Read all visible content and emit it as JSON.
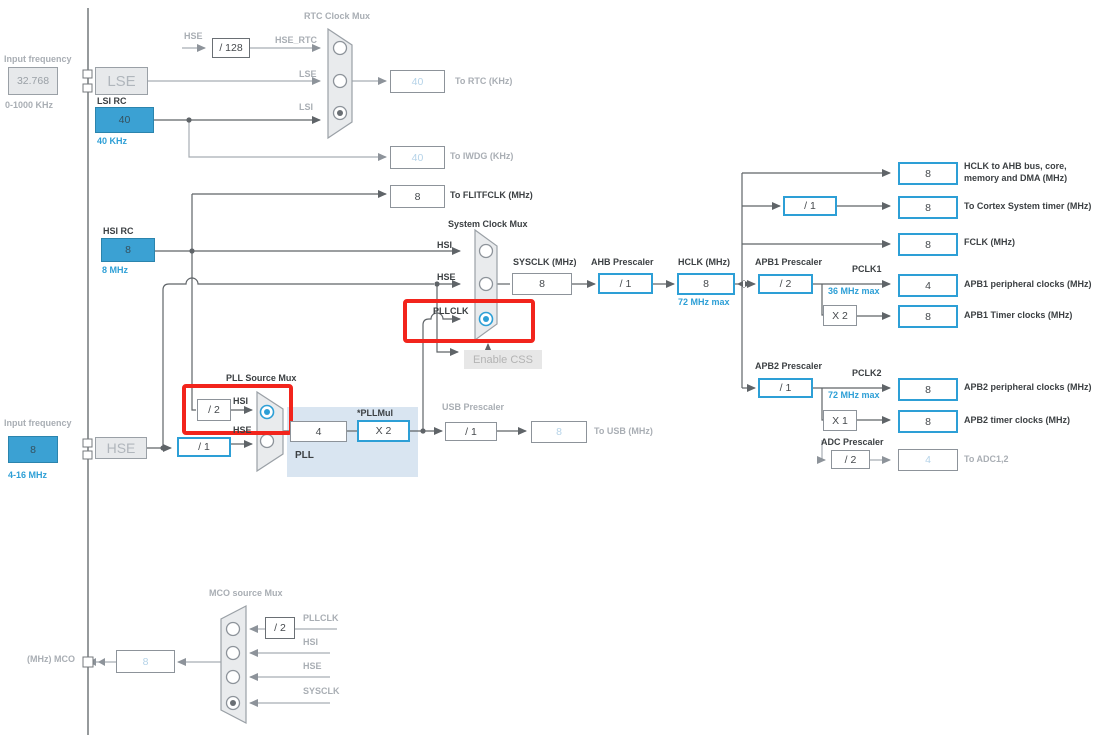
{
  "palette": {
    "accent_blue": "#2d9fd6",
    "active_fill": "#3ba1d3",
    "disabled_value_text": "#b5d3e8",
    "highlight_red": "#f2241c",
    "wire_dark": "#5f6468",
    "wire_gray": "#a8adb3"
  },
  "sources": {
    "lse_input_label": "Input frequency",
    "lse_input_value": "32.768",
    "lse_range": "0-1000 KHz",
    "lse_box": "LSE",
    "lsi_label": "LSI RC",
    "lsi_value": "40",
    "lsi_freq": "40 KHz",
    "hsi_label": "HSI RC",
    "hsi_value": "8",
    "hsi_freq": "8 MHz",
    "hse_input_label": "Input frequency",
    "hse_input_value": "8",
    "hse_range": "4-16 MHz",
    "hse_box": "HSE"
  },
  "rtc": {
    "title": "RTC Clock Mux",
    "hse_label": "HSE",
    "div128": "/ 128",
    "hse_rtc_label": "HSE_RTC",
    "lse_label": "LSE",
    "lsi_label": "LSI",
    "rtc_value": "40",
    "rtc_label": "To RTC (KHz)",
    "iwdg_value": "40",
    "iwdg_label": "To IWDG (KHz)"
  },
  "flitf": {
    "value": "8",
    "label": "To FLITFCLK (MHz)"
  },
  "sysmux": {
    "title": "System Clock Mux",
    "hsi": "HSI",
    "hse": "HSE",
    "pllclk": "PLLCLK",
    "enable_css": "Enable CSS"
  },
  "sysclk": {
    "label": "SYSCLK (MHz)",
    "value": "8"
  },
  "ahb": {
    "label": "AHB Prescaler",
    "value": "/ 1"
  },
  "hclk": {
    "label": "HCLK (MHz)",
    "value": "8",
    "max": "72 MHz max"
  },
  "pllmux": {
    "title": "PLL Source Mux",
    "div2": "/ 2",
    "hsi": "HSI",
    "hse": "HSE",
    "prediv": "/ 1"
  },
  "pll": {
    "mul_title": "*PLLMul",
    "input_value": "4",
    "mul": "X 2",
    "label": "PLL"
  },
  "usb": {
    "title": "USB Prescaler",
    "prescaler": "/ 1",
    "value": "8",
    "label": "To USB (MHz)"
  },
  "ahb_out": {
    "hclk_ahb_value": "8",
    "hclk_ahb_label1": "HCLK to AHB bus, core,",
    "hclk_ahb_label2": "memory and DMA (MHz)",
    "cortex_div": "/ 1",
    "cortex_value": "8",
    "cortex_label": "To Cortex System timer (MHz)",
    "fclk_value": "8",
    "fclk_label": "FCLK (MHz)"
  },
  "apb1": {
    "title": "APB1 Prescaler",
    "prescaler": "/ 2",
    "pclk_label": "PCLK1",
    "max": "36 MHz max",
    "periph_value": "4",
    "periph_label": "APB1 peripheral clocks (MHz)",
    "mul": "X 2",
    "timer_value": "8",
    "timer_label": "APB1 Timer clocks (MHz)"
  },
  "apb2": {
    "title": "APB2 Prescaler",
    "prescaler": "/ 1",
    "pclk_label": "PCLK2",
    "max": "72 MHz max",
    "periph_value": "8",
    "periph_label": "APB2 peripheral clocks (MHz)",
    "mul": "X 1",
    "timer_value": "8",
    "timer_label": "APB2 timer clocks (MHz)",
    "adc_title": "ADC Prescaler",
    "adc_prescaler": "/ 2",
    "adc_value": "4",
    "adc_label": "To ADC1,2"
  },
  "mco": {
    "title": "MCO source Mux",
    "div2": "/ 2",
    "pllclk": "PLLCLK",
    "hsi": "HSI",
    "hse": "HSE",
    "sysclk": "SYSCLK",
    "value": "8",
    "label": "(MHz) MCO"
  }
}
